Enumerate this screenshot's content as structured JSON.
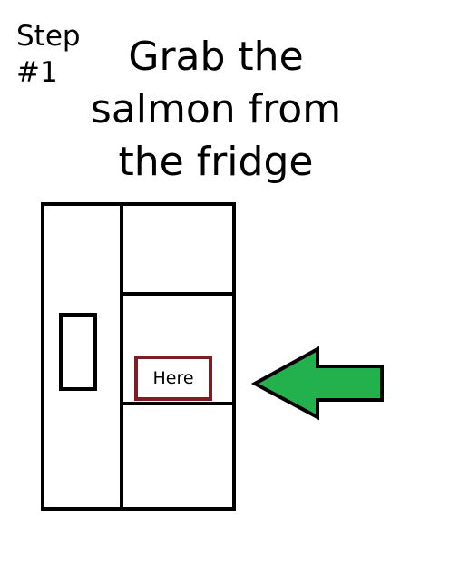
{
  "step": {
    "line1": "Step",
    "line2": "#1"
  },
  "title": {
    "line1": "Grab the",
    "line2": "salmon from",
    "line3": "the fridge"
  },
  "marker": {
    "label": "Here",
    "border_color": "#7f1d24"
  },
  "arrow": {
    "fill_color": "#22b14c",
    "direction": "left"
  }
}
